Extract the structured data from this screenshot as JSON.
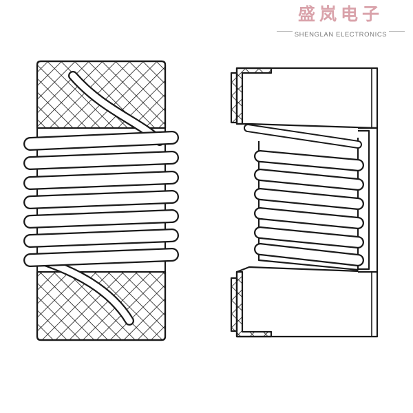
{
  "brand": {
    "name_cn": "盛岚电子",
    "name_en": "SHENGLAN ELECTRONICS",
    "color": "#d9a2aa"
  },
  "drawing": {
    "stroke_color": "#1a1a1a",
    "views": [
      "front-view",
      "side-view"
    ],
    "coil_turns": 6
  }
}
